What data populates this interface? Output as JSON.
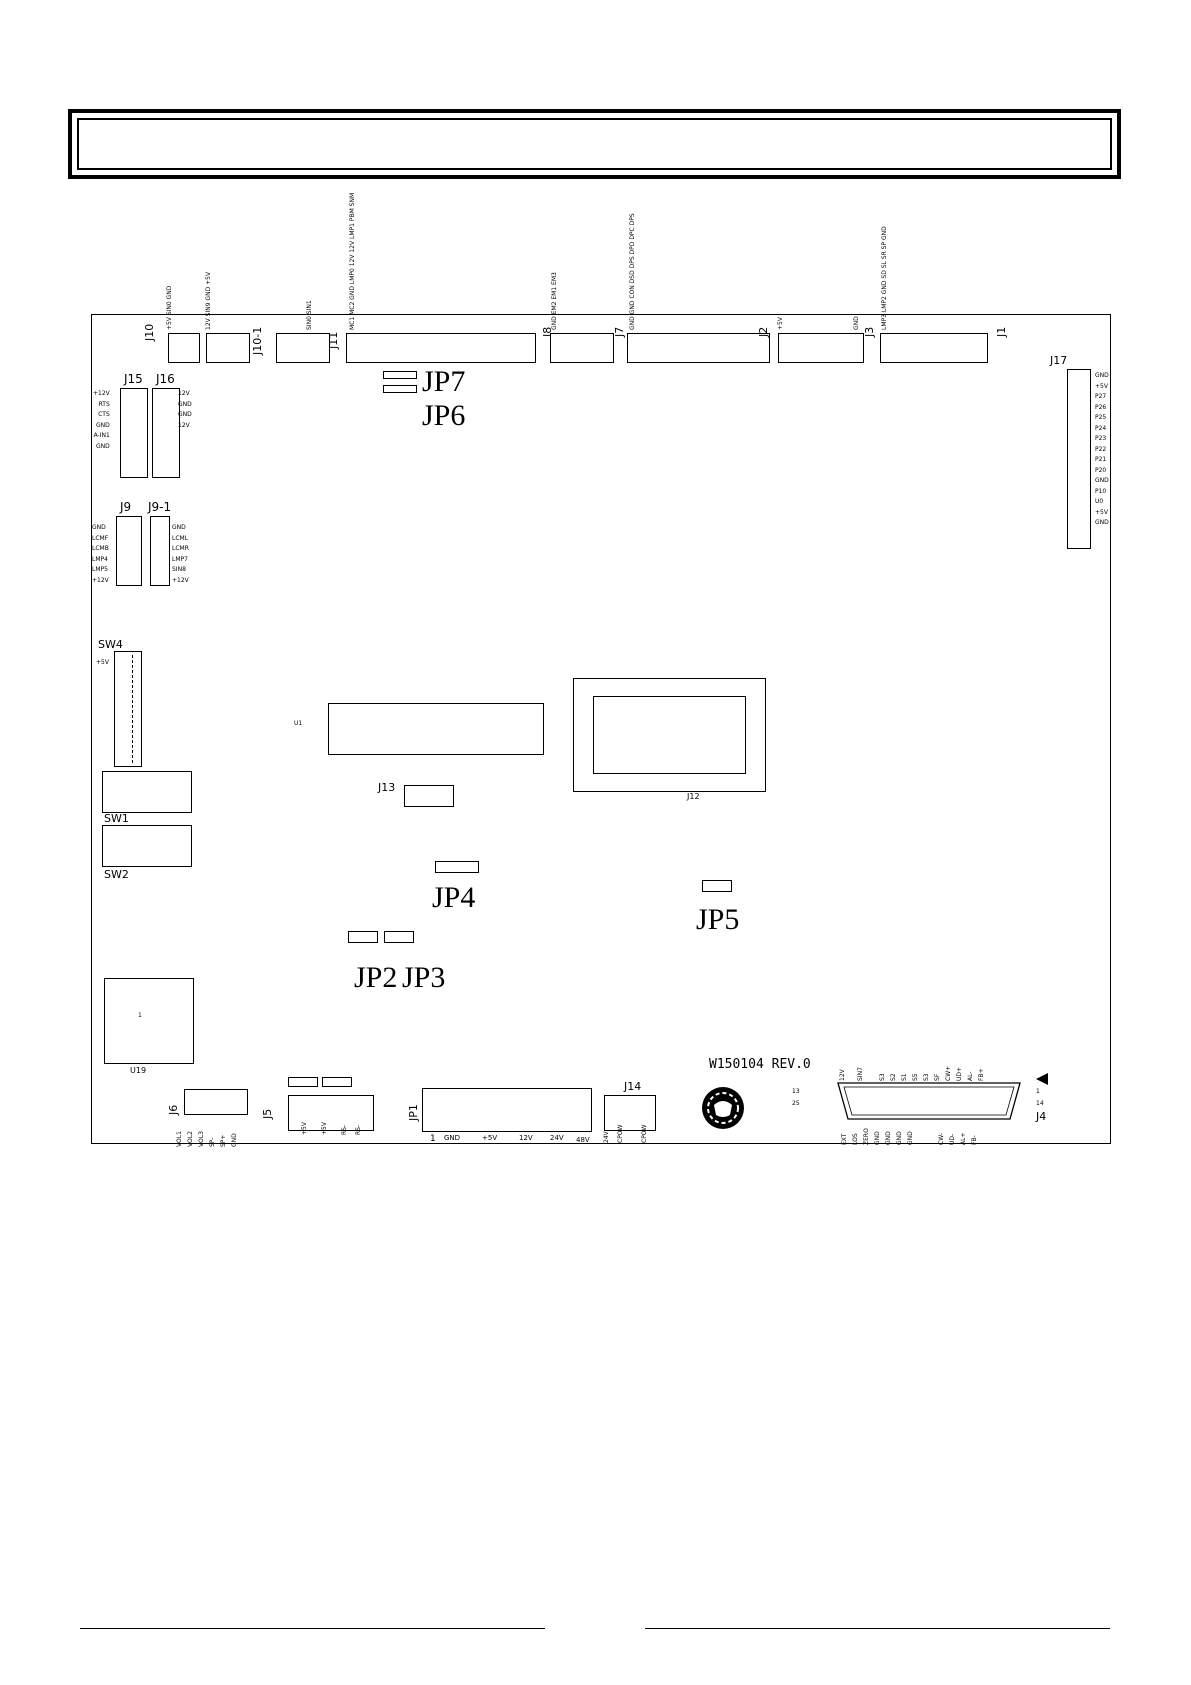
{
  "board_id": "W150104 REV.0",
  "jumpers": {
    "jp7": "JP7",
    "jp6": "JP6",
    "jp4": "JP4",
    "jp5": "JP5",
    "jp2": "JP2",
    "jp3": "JP3"
  },
  "connectors": {
    "j10": "J10",
    "j10_1": "J10-1",
    "j11": "J11",
    "j8": "J8",
    "j7": "J7",
    "j2": "J2",
    "j3": "J3",
    "j1": "J1",
    "j17": "J17",
    "j15": "J15",
    "j16": "J16",
    "j9": "J9",
    "j9_1": "J9-1",
    "sw4": "SW4",
    "sw1": "SW1",
    "sw2": "SW2",
    "u1": "U1",
    "j12": "J12",
    "j13": "J13",
    "u19": "U19",
    "j6": "J6",
    "j5": "J5",
    "jp1": "JP1",
    "j14": "J14",
    "j4": "J4"
  },
  "pin_labels": {
    "j15": [
      "+12V",
      "RTS",
      "CTS",
      "",
      "",
      "GND",
      "A-IN1",
      "GND"
    ],
    "j16": [
      "12V",
      "",
      "",
      "",
      "",
      "GND",
      "GND",
      "12V"
    ],
    "j9": [
      "GND",
      "LCMF",
      "LCMB",
      "LMP4",
      "LMP5",
      "+12V"
    ],
    "j9_1": [
      "GND",
      "LCML",
      "LCMR",
      "LMP7",
      "SIN8",
      "+12V"
    ],
    "j17": [
      "GND",
      "+5V",
      "P27",
      "P26",
      "P25",
      "P24",
      "P23",
      "P22",
      "P21",
      "P20",
      "",
      "GND",
      "P10",
      "U0",
      "+5V",
      "GND"
    ],
    "sw4": "+5V",
    "jp1": [
      "GND",
      "+5V",
      "12V",
      "24V",
      "48V"
    ],
    "j6": [
      "VOL1",
      "VOL2",
      "VOL3",
      "SP-",
      "SP+",
      "GND"
    ],
    "j5": [
      "+5V",
      "+5V",
      "RS-",
      "RS-"
    ],
    "j14": [
      "24V",
      "CPOW",
      "CPOW"
    ],
    "j4_top": [
      "12V",
      "SIN7",
      "S3",
      "S2",
      "S1",
      "S5",
      "S3",
      "SF",
      "CW+",
      "UD+",
      "AL-",
      "FB+"
    ],
    "j4_bottom": [
      "EXT",
      "LOS",
      "ZERO",
      "GND",
      "GND",
      "GND",
      "GND",
      "",
      "CW-",
      "UD-",
      "AL+",
      "FB-"
    ],
    "j4_nums": [
      "13",
      "25",
      "1",
      "14"
    ],
    "jp1_pin1": "1",
    "u19_pin1": "1"
  },
  "footer": {}
}
